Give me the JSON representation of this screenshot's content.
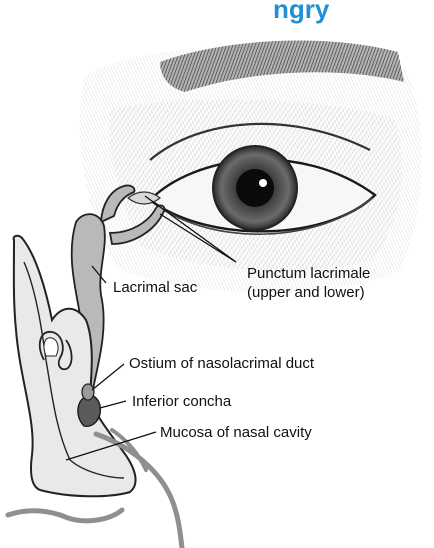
{
  "title_fragment": "ngry",
  "labels": {
    "lacrimal_sac": "Lacrimal sac",
    "punctum_line1": "Punctum lacrimale",
    "punctum_line2": "(upper and lower)",
    "ostium": "Ostium of nasolacrimal duct",
    "inferior_concha": "Inferior concha",
    "mucosa": "Mucosa of nasal cavity"
  },
  "colors": {
    "title": "#1f8fd6",
    "duct_fill": "#b9b9b9",
    "cavity_fill": "#e9e9e9",
    "concha_fill": "#5a5a5a",
    "mucosa_gray": "#8f8f8f",
    "outline": "#222222"
  }
}
